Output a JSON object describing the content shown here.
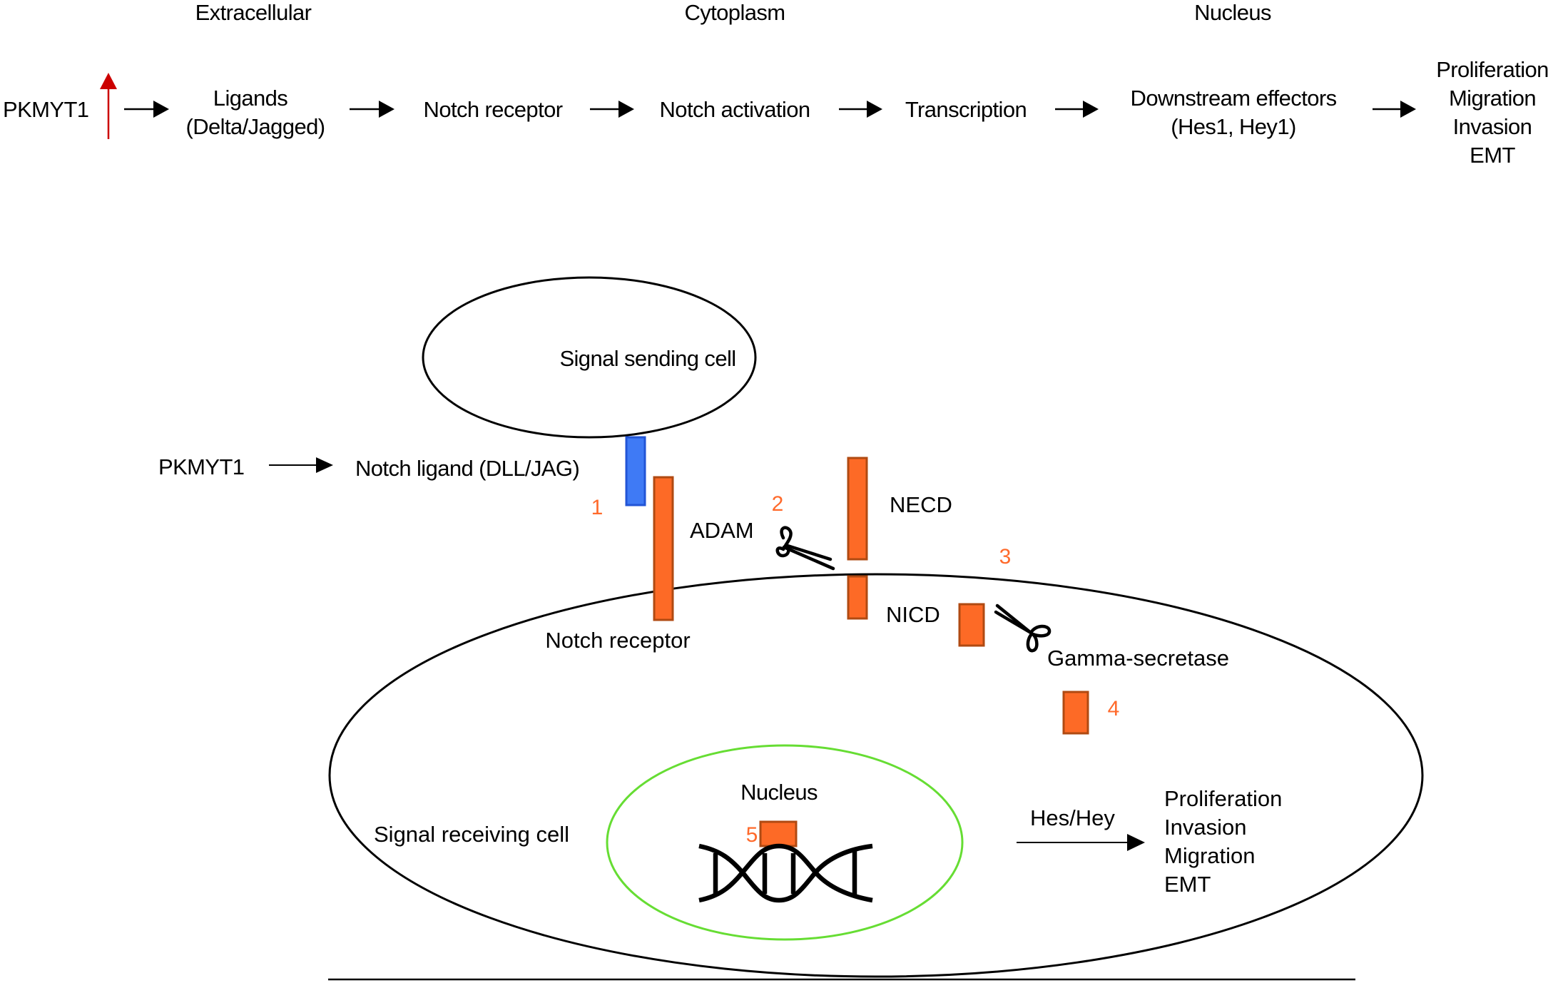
{
  "colors": {
    "ink": "#000000",
    "ligand_blue": "#3f7af5",
    "ligand_blue_border": "#2255d6",
    "notch_orange": "#fd6a26",
    "notch_orange_border": "#b04a12",
    "step_number": "#ff6a2b",
    "upregulation_red": "#cc0000",
    "nucleus_green": "#66dd33"
  },
  "pathway_summary": {
    "compartments": [
      "Extracellular",
      "Cytoplasm",
      "Nucleus"
    ],
    "start": {
      "label": "PKMYT1",
      "indicator": "up-arrow-icon"
    },
    "steps": [
      {
        "lines": [
          "Ligands",
          "(Delta/Jagged)"
        ]
      },
      {
        "lines": [
          "Notch receptor"
        ]
      },
      {
        "lines": [
          "Notch activation"
        ]
      },
      {
        "lines": [
          "Transcription"
        ]
      },
      {
        "lines": [
          "Downstream effectors",
          "(Hes1, Hey1)"
        ]
      },
      {
        "lines": [
          "Proliferation",
          "Migration",
          "Invasion",
          "EMT"
        ]
      }
    ]
  },
  "mechanism": {
    "sending_cell_label": "Signal sending cell",
    "receiving_cell_label": "Signal receiving cell",
    "pkmyt1_label": "PKMYT1",
    "ligand_label": "Notch ligand (DLL/JAG)",
    "receptor_label": "Notch receptor",
    "adam_label": "ADAM",
    "necd_label": "NECD",
    "nicd_label": "NICD",
    "gamma_label": "Gamma-secretase",
    "nucleus_label": "Nucleus",
    "effector_label": "Hes/Hey",
    "step_numbers": [
      "1",
      "2",
      "3",
      "4",
      "5"
    ],
    "outcomes": [
      "Proliferation",
      "Invasion",
      "Migration",
      "EMT"
    ]
  }
}
